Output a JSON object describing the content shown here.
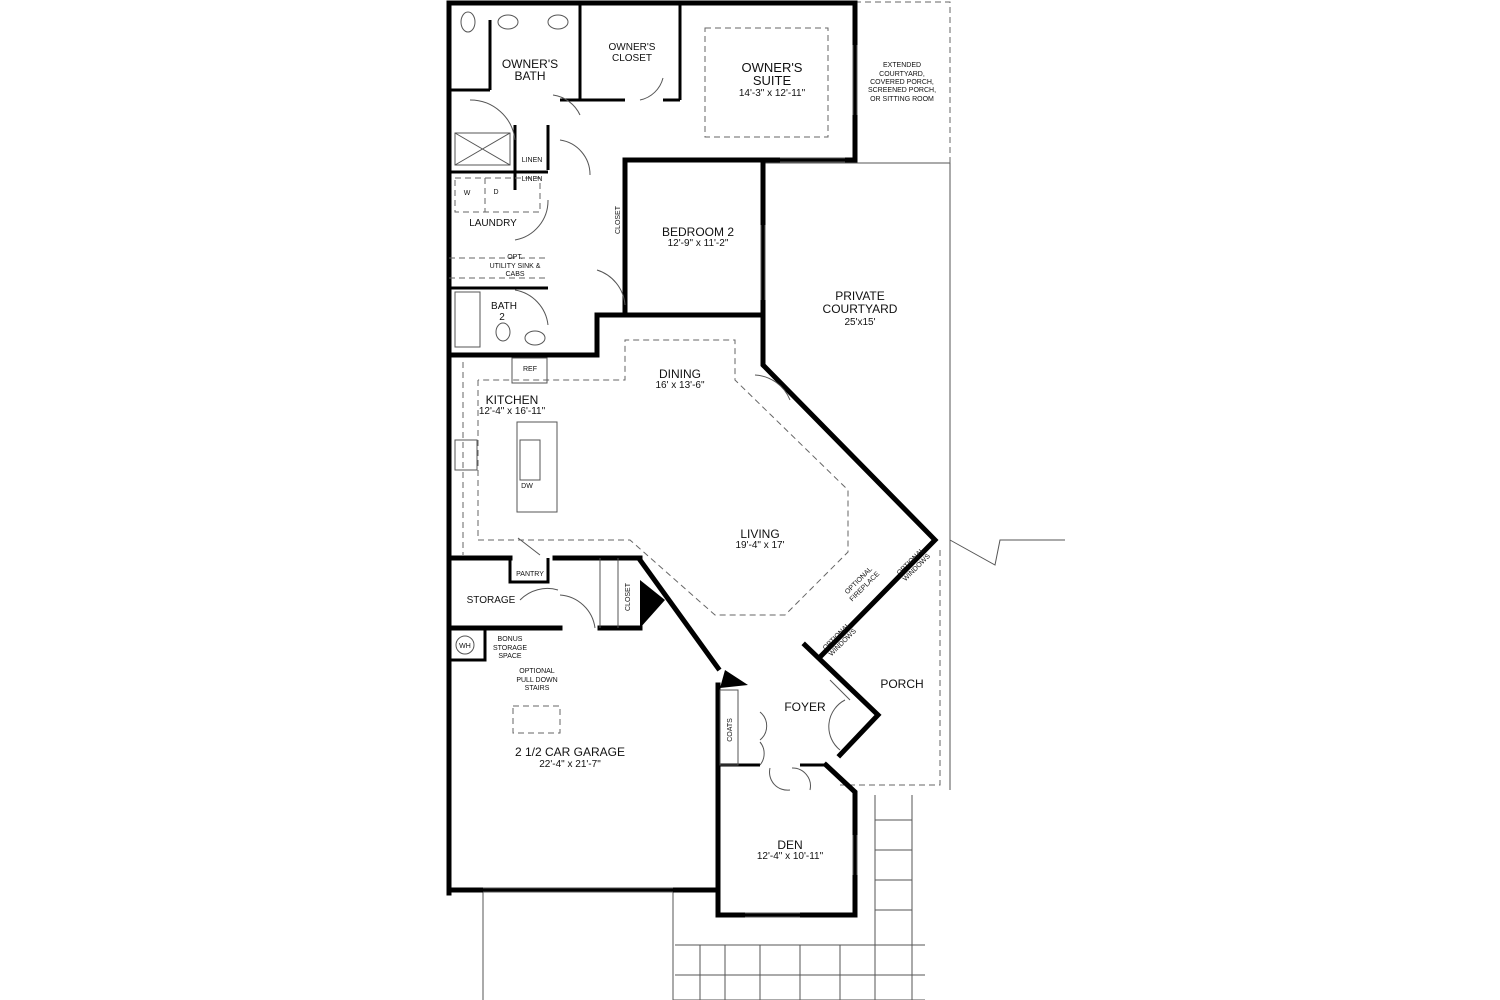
{
  "rooms": {
    "owners_bath": {
      "name1": "OWNER'S",
      "name2": "BATH"
    },
    "owners_closet": {
      "name1": "OWNER'S",
      "name2": "CLOSET"
    },
    "owners_suite": {
      "name1": "OWNER'S",
      "name2": "SUITE",
      "size": "14'-3\" x 12'-11\""
    },
    "extended": {
      "l1": "EXTENDED",
      "l2": "COURTYARD,",
      "l3": "COVERED PORCH,",
      "l4": "SCREENED PORCH,",
      "l5": "OR SITTING ROOM"
    },
    "linen1": "LINEN",
    "linen2": "LINEN",
    "washer": "W",
    "dryer": "D",
    "laundry": "LAUNDRY",
    "utility": {
      "l1": "OPT.",
      "l2": "UTILITY SINK &",
      "l3": "CABS"
    },
    "bath2": {
      "name1": "BATH",
      "name2": "2"
    },
    "bedroom2_closet": "CLOSET",
    "bedroom2": {
      "name": "BEDROOM 2",
      "size": "12'-9\" x 11'-2\""
    },
    "courtyard": {
      "name1": "PRIVATE",
      "name2": "COURTYARD",
      "size": "25'x15'"
    },
    "ref": "REF",
    "dining": {
      "name": "DINING",
      "size": "16' x 13'-6\""
    },
    "kitchen": {
      "name": "KITCHEN",
      "size": "12'-4\" x 16'-11\""
    },
    "dw": "DW",
    "living": {
      "name": "LIVING",
      "size": "19'-4\" x 17'"
    },
    "pantry": "PANTRY",
    "storage": "STORAGE",
    "closet": "CLOSET",
    "optional_fireplace": {
      "l1": "OPTIONAL",
      "l2": "FIREPLACE"
    },
    "optional_windows_a": {
      "l1": "OPTIONAL",
      "l2": "WINDOWS"
    },
    "optional_windows_b": {
      "l1": "OPTIONAL",
      "l2": "WINDOWS"
    },
    "wh": "WH",
    "bonus": {
      "l1": "BONUS",
      "l2": "STORAGE",
      "l3": "SPACE"
    },
    "pull_down": {
      "l1": "OPTIONAL",
      "l2": "PULL DOWN",
      "l3": "STAIRS"
    },
    "garage": {
      "name": "2 1/2 CAR GARAGE",
      "size": "22'-4\" x 21'-7\""
    },
    "porch": "PORCH",
    "foyer": "FOYER",
    "coats": "COATS",
    "den": {
      "name": "DEN",
      "size": "12'-4\" x 10'-11\""
    }
  }
}
